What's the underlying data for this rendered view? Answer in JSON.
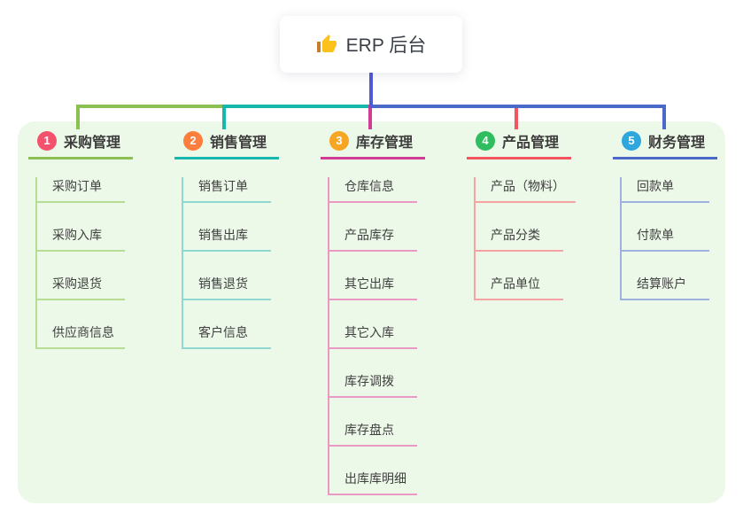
{
  "root": {
    "label": "ERP 后台",
    "icon": "thumbs-up-icon",
    "connector_color": "#5059d6"
  },
  "panel": {
    "background": "#ecf8e8"
  },
  "branches": [
    {
      "num": "1",
      "title": "采购管理",
      "color": "#8cc152",
      "light_color": "#b8dc94",
      "badge_color": "#f4516c",
      "items": [
        "采购订单",
        "采购入库",
        "采购退货",
        "供应商信息"
      ]
    },
    {
      "num": "2",
      "title": "销售管理",
      "color": "#18b7ad",
      "light_color": "#8fd8d2",
      "badge_color": "#fd7e3c",
      "items": [
        "销售订单",
        "销售出库",
        "销售退货",
        "客户信息"
      ]
    },
    {
      "num": "3",
      "title": "库存管理",
      "color": "#d13c94",
      "light_color": "#ea99c5",
      "badge_color": "#f6a623",
      "items": [
        "仓库信息",
        "产品库存",
        "其它出库",
        "其它入库",
        "库存调拨",
        "库存盘点",
        "出库库明细"
      ]
    },
    {
      "num": "4",
      "title": "产品管理",
      "color": "#f2555f",
      "light_color": "#f7a3a6",
      "badge_color": "#2fbd60",
      "items": [
        "产品（物料）",
        "产品分类",
        "产品单位"
      ]
    },
    {
      "num": "5",
      "title": "财务管理",
      "color": "#4a69c8",
      "light_color": "#9fb1e0",
      "badge_color": "#2da7dd",
      "items": [
        "回款单",
        "付款单",
        "结算账户"
      ]
    }
  ]
}
